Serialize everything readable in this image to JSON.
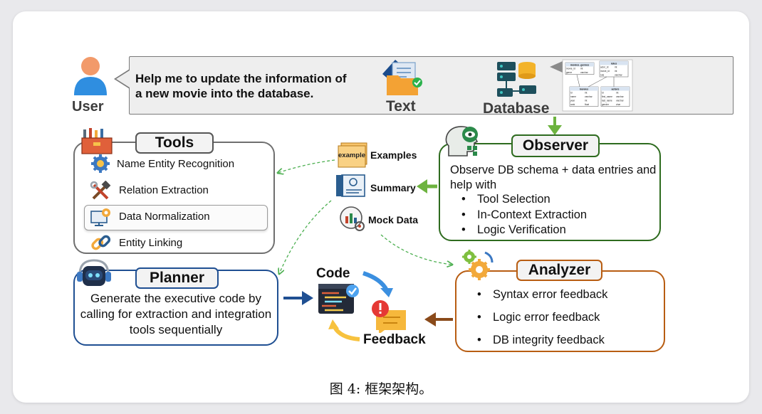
{
  "user": {
    "label": "User"
  },
  "request": {
    "text": "Help me to update the information of a new movie into the database."
  },
  "inputs": {
    "text_label": "Text",
    "database_label": "Database"
  },
  "schema": {
    "tables": [
      {
        "name": "movies_genres",
        "rows": [
          [
            "movie_id",
            "int"
          ],
          [
            "genre",
            "varchar"
          ]
        ]
      },
      {
        "name": "roles",
        "rows": [
          [
            "actor_id",
            "int"
          ],
          [
            "movie_id",
            "int"
          ],
          [
            "role",
            "varchar"
          ]
        ]
      },
      {
        "name": "movies",
        "rows": [
          [
            "id",
            "int"
          ],
          [
            "name",
            "varchar"
          ],
          [
            "year",
            "int"
          ],
          [
            "rank",
            "float"
          ]
        ]
      },
      {
        "name": "actors",
        "rows": [
          [
            "id",
            "int"
          ],
          [
            "first_name",
            "varchar"
          ],
          [
            "last_name",
            "varchar"
          ],
          [
            "gender",
            "char"
          ]
        ]
      }
    ]
  },
  "tools": {
    "title": "Tools",
    "items": [
      {
        "label": "Name Entity Recognition"
      },
      {
        "label": "Relation Extraction"
      },
      {
        "label": "Data Normalization"
      },
      {
        "label": "Entity Linking"
      }
    ]
  },
  "observer": {
    "title": "Observer",
    "description": "Observe DB schema + data entries and help with",
    "bullets": [
      "Tool Selection",
      "In-Context Extraction",
      "Logic Verification"
    ]
  },
  "outputs": {
    "examples": "Examples",
    "example_tag": "example",
    "summary": "Summary",
    "mock_data": "Mock Data"
  },
  "planner": {
    "title": "Planner",
    "description": "Generate the executive code by calling for extraction and integration tools sequentially"
  },
  "loop": {
    "code": "Code",
    "feedback": "Feedback"
  },
  "analyzer": {
    "title": "Analyzer",
    "bullets": [
      "Syntax error feedback",
      "Logic error feedback",
      "DB integrity feedback"
    ]
  },
  "caption": "图 4: 框架架构。",
  "colors": {
    "observer": "#2e6b1f",
    "planner": "#1f4f92",
    "analyzer": "#b85d12",
    "arrow_green": "#6db33f",
    "arrow_dashed": "#4caf50"
  }
}
